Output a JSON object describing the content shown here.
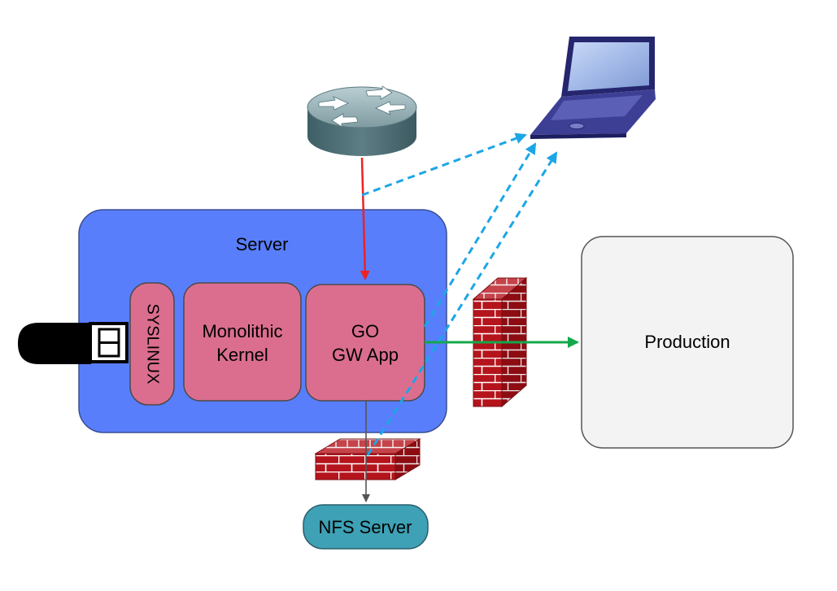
{
  "server": {
    "label": "Server"
  },
  "syslinux": {
    "label": "SYSLINUX"
  },
  "kernel": {
    "line1": "Monolithic",
    "line2": "Kernel"
  },
  "app": {
    "line1": "GO",
    "line2": "GW App"
  },
  "production": {
    "label": "Production"
  },
  "nfs": {
    "label": "NFS Server"
  },
  "icons": {
    "router": "router-icon",
    "laptop": "laptop-icon",
    "usb": "usb-drive-icon",
    "firewall_right": "firewall-icon",
    "firewall_bottom": "firewall-icon"
  },
  "colors": {
    "server_fill": "#597efc",
    "module_fill": "#db6e8f",
    "production_fill": "#f3f3f3",
    "nfs_fill": "#3ea1b5",
    "router_to_app": "#ee2222",
    "app_to_production": "#13a84a",
    "to_laptop": "#1ca6e6",
    "app_to_nfs": "#555555",
    "firewall": "#b5141c"
  }
}
